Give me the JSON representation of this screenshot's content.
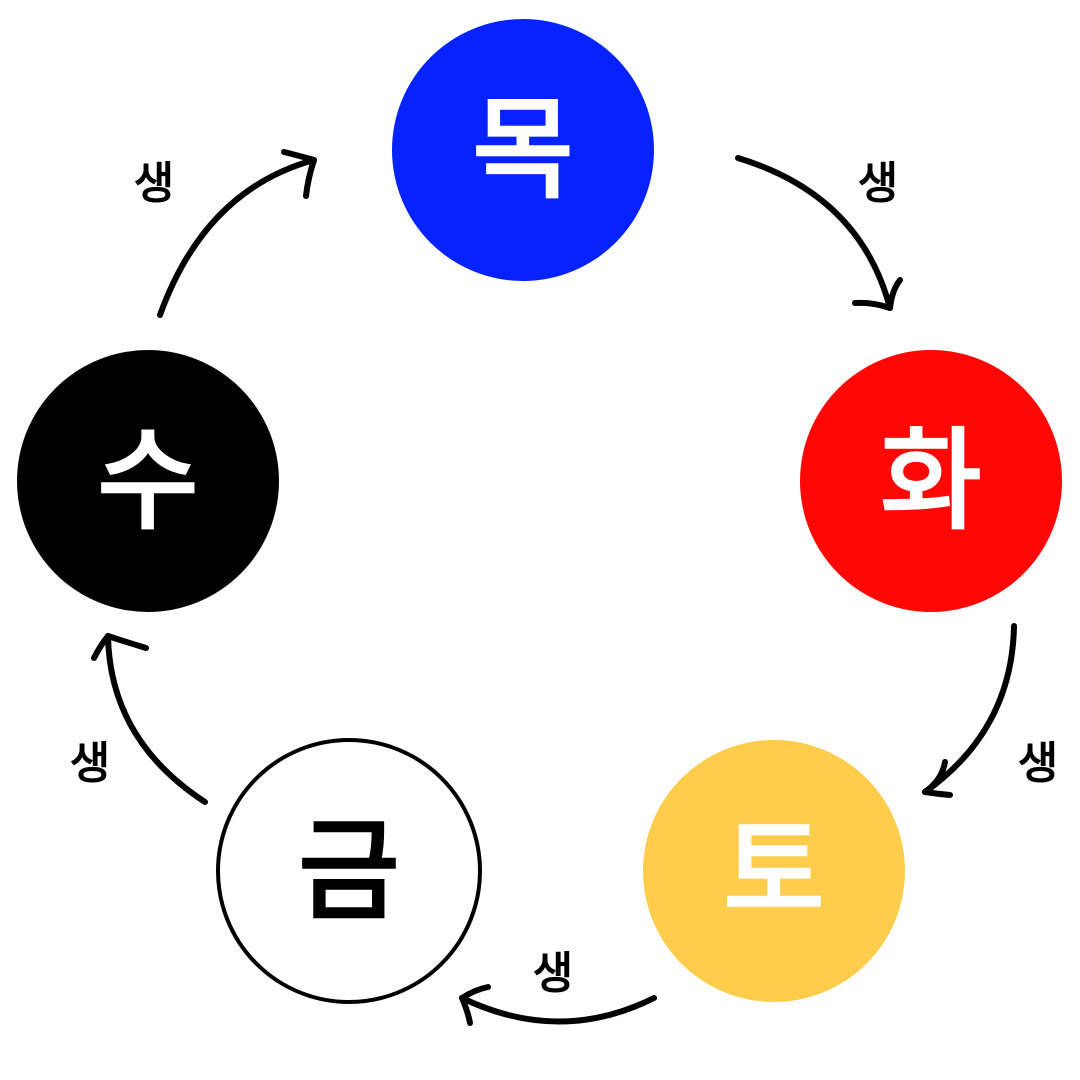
{
  "nodes": [
    {
      "id": "wood",
      "label": "목",
      "fill": "#0623FF",
      "text_color": "#FFFFFF",
      "outlined": false
    },
    {
      "id": "fire",
      "label": "화",
      "fill": "#FF0704",
      "text_color": "#FFFFFF",
      "outlined": false
    },
    {
      "id": "earth",
      "label": "토",
      "fill": "#FFCD4B",
      "text_color": "#FFFFFF",
      "outlined": false
    },
    {
      "id": "metal",
      "label": "금",
      "fill": "#FFFFFF",
      "text_color": "#000000",
      "outlined": true
    },
    {
      "id": "water",
      "label": "수",
      "fill": "#000000",
      "text_color": "#FFFFFF",
      "outlined": false
    }
  ],
  "edges": [
    {
      "from": "wood",
      "to": "fire",
      "label": "생"
    },
    {
      "from": "fire",
      "to": "earth",
      "label": "생"
    },
    {
      "from": "earth",
      "to": "metal",
      "label": "생"
    },
    {
      "from": "metal",
      "to": "water",
      "label": "생"
    },
    {
      "from": "water",
      "to": "wood",
      "label": "생"
    }
  ]
}
